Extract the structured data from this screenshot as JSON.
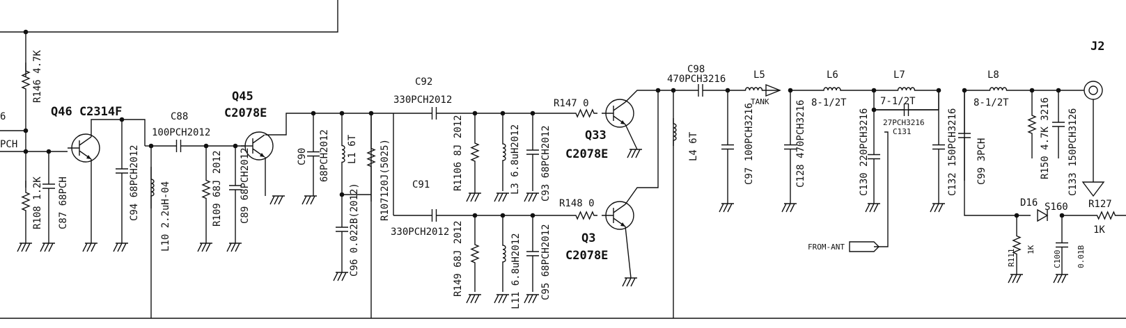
{
  "labels": {
    "r146": "R146 4.7K",
    "r108": "R108 1.2K",
    "c87": "C87 68PCH",
    "edge_6": "6",
    "edge_pch": "PCH",
    "q46": "Q46 C2314F",
    "c94": "C94 68PCH2012",
    "c88": "C88",
    "c88_val": "100PCH2012",
    "l10": "L10 2.2uH-04",
    "r109": "R109 68J 2012",
    "c89": "C89 68PCH2012",
    "q45": "Q45",
    "q45_part": "C2078E",
    "c90": "C90",
    "c90_val": "68PCH2012",
    "l1": "L1 6T",
    "r107": "R107120J(5025)",
    "c96": "C96 0.022B(2012)",
    "c92": "C92",
    "c92_val": "330PCH2012",
    "c91": "C91",
    "c91_val": "330PCH2012",
    "r110": "R1106 8J 2012",
    "l3": "L3 6.8uH2012",
    "c93": "C93 68PCH2012",
    "r149": "R149 68J 2012",
    "l11": "L11 6.8uH2012",
    "c95": "C95 68PCH2012",
    "r147": "R147 0",
    "q33": "Q33",
    "q33_part": "C2078E",
    "r148": "R148 0",
    "q3": "Q3",
    "q3_part": "C2078E",
    "c98": "C98",
    "c98_val": "470PCH3216",
    "l4": "L4 6T",
    "c97": "C97 100PCH3216",
    "l5": "L5",
    "tank": "TANK",
    "c128": "C128 470PCH3216",
    "l6": "L6",
    "l6_val": "8-1/2T",
    "c130": "C130 220PCH3216",
    "l7": "L7",
    "l7_val": "7-1/2T",
    "c131_val": "27PCH3216",
    "c131": "C131",
    "c132": "C132 150PCH3216",
    "from_ant": "FROM-ANT",
    "c99": "C99 3PCH",
    "l8": "L8",
    "l8_val": "8-1/2T",
    "r150": "R150 4.7K 3216",
    "c133": "C133 150PCH3126",
    "j2": "J2",
    "d16": "D16",
    "s160": "S160",
    "r127": "R127",
    "r127_val": "1K",
    "r111": "R111",
    "r111_val": "1K",
    "c100": "C100",
    "c100_val": "0.01B"
  }
}
